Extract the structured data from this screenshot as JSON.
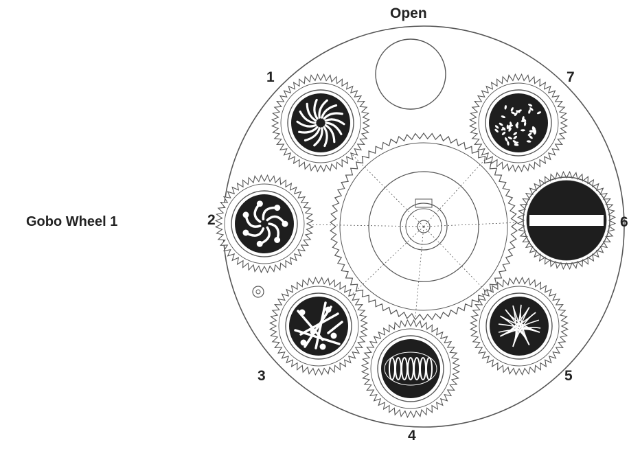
{
  "title": "Gobo Wheel 1",
  "open_label": "Open",
  "slots": [
    {
      "number": "1",
      "pattern": "spiral-star"
    },
    {
      "number": "2",
      "pattern": "swirl-dots"
    },
    {
      "number": "3",
      "pattern": "branches-dots"
    },
    {
      "number": "4",
      "pattern": "ellipses"
    },
    {
      "number": "5",
      "pattern": "woven-lines"
    },
    {
      "number": "6",
      "pattern": "bar"
    },
    {
      "number": "7",
      "pattern": "breakup-leaves"
    }
  ],
  "colors": {
    "ink": "#1e1e1e",
    "line": "#555555",
    "text": "#222222"
  }
}
